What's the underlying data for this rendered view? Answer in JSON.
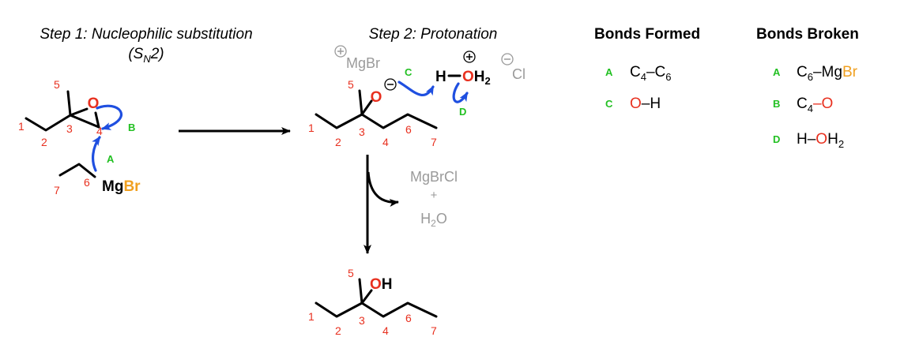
{
  "titles": {
    "step1": "Step 1: Nucleophilic substitution",
    "step1_sub_a": "(S",
    "step1_sub_n": "N",
    "step1_sub_b": "2)",
    "step2": "Step 2: Protonation"
  },
  "atoms": {
    "oxygen": "O",
    "mg": "Mg",
    "br": "Br",
    "mgbr": "MgBr",
    "h": "H",
    "h2": "H",
    "two": "2",
    "oh_o": "O",
    "oh_h": "H",
    "cl": "Cl",
    "plus": "+",
    "minus": "−"
  },
  "numbers": [
    "1",
    "2",
    "3",
    "4",
    "5",
    "6",
    "7"
  ],
  "arrow_labels": {
    "a": "A",
    "b": "B",
    "c": "C",
    "d": "D"
  },
  "byproducts": {
    "line1": "MgBrCl",
    "plus": "+",
    "water_h": "H",
    "water_2": "2",
    "water_o": "O"
  },
  "bonds_formed": {
    "heading": "Bonds Formed",
    "items": [
      {
        "key": "A",
        "parts": [
          "C",
          "4",
          "–C",
          "6"
        ]
      },
      {
        "key": "C",
        "parts": [
          "O",
          "–H"
        ]
      }
    ]
  },
  "bonds_broken": {
    "heading": "Bonds Broken",
    "items": [
      {
        "key": "A",
        "parts": [
          "C",
          "6",
          "–Mg",
          "Br"
        ]
      },
      {
        "key": "B",
        "parts": [
          "C",
          "4",
          "–O"
        ]
      },
      {
        "key": "D",
        "parts": [
          "H–",
          "O",
          "H",
          "2"
        ]
      }
    ]
  },
  "colors": {
    "number_red": "#e8301f",
    "arrow_blue": "#1f4fe0",
    "label_green": "#22c022",
    "bromine_orange": "#f0a020",
    "byproduct_gray": "#9a9a9a"
  }
}
